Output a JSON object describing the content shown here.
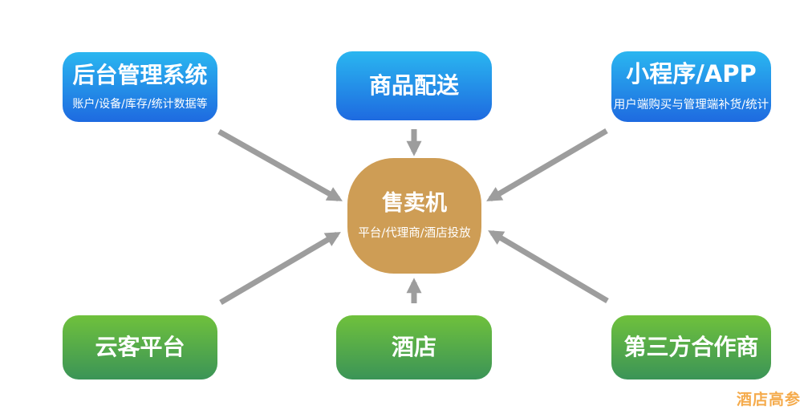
{
  "diagram": {
    "center": {
      "label": "售卖机",
      "sublabel": "平台/代理商/酒店投放"
    },
    "top_nodes": [
      {
        "label": "后台管理系统",
        "sublabel": "账户/设备/库存/统计数据等"
      },
      {
        "label": "商品配送",
        "sublabel": ""
      },
      {
        "label": "小程序/APP",
        "sublabel": "用户端购买与管理端补货/统计"
      }
    ],
    "bottom_nodes": [
      {
        "label": "云客平台",
        "sublabel": ""
      },
      {
        "label": "酒店",
        "sublabel": ""
      },
      {
        "label": "第三方合作商",
        "sublabel": ""
      }
    ],
    "watermark": "酒店高参"
  },
  "colors": {
    "blue_top": "#2ab6f0",
    "blue_bottom": "#1e6ae0",
    "green_top": "#6fc13c",
    "green_bottom": "#3b9457",
    "center_fill": "#ce9d55",
    "arrow": "#9d9d9d",
    "watermark": "#f5ab4c",
    "node_text": "#ffffff"
  }
}
